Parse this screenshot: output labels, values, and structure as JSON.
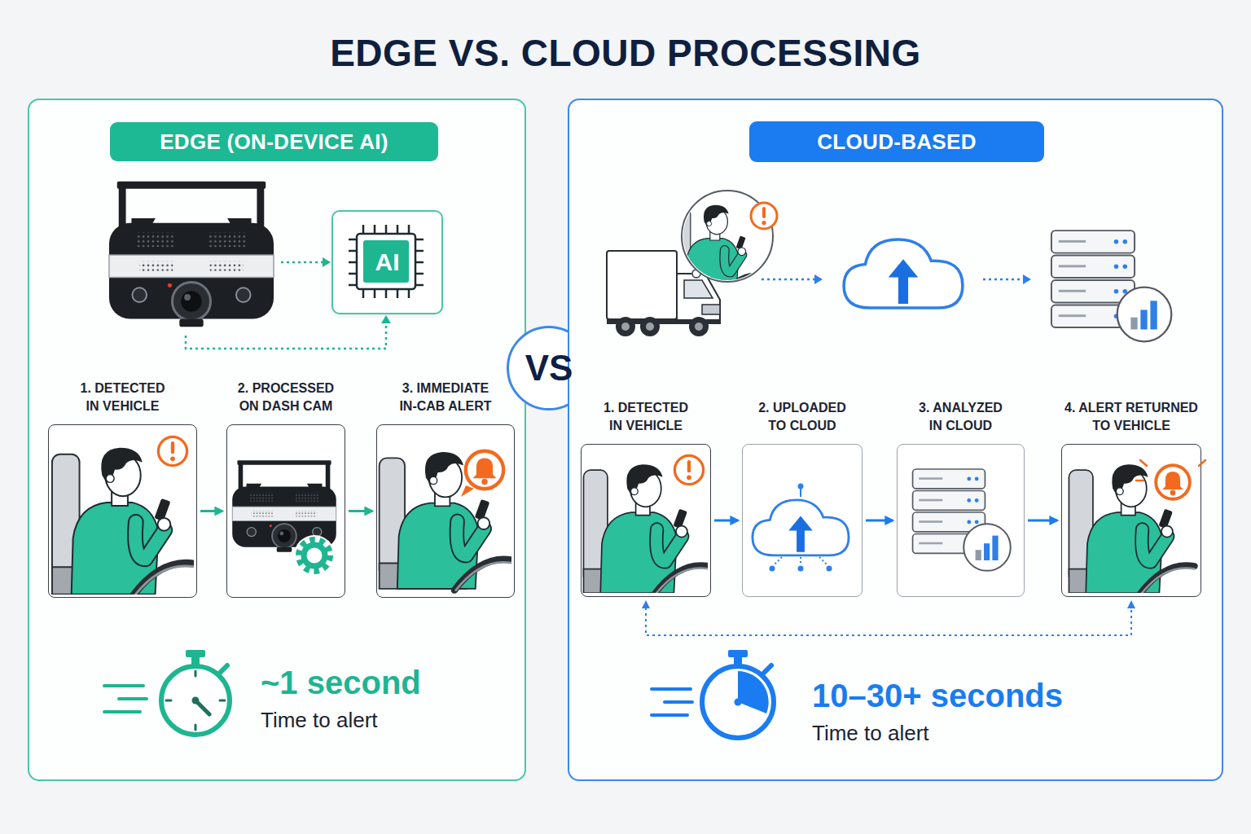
{
  "diagram": {
    "title": "EDGE VS. CLOUD PROCESSING",
    "nodes": [
      {
        "text": [
          "~1 second",
          "Time to alert"
        ]
      },
      {
        "text": [
          "EDGE (ON-DEVICE AI)"
        ],
        "in": 0
      },
      {
        "text": [
          "AI"
        ],
        "in": 0
      },
      {
        "text": [
          "1. DETECTED IN VEHICLE"
        ],
        "in": 0
      },
      {
        "text": [
          "2. PROCESSED ON DASH CAM"
        ],
        "in": 0
      },
      {
        "text": [
          "3. IMMEDIATE IN-CAB ALERT"
        ],
        "in": 0
      },
      {
        "text": [
          "VS"
        ]
      },
      {
        "text": [
          "10–30+ seconds",
          "Time to alert"
        ]
      },
      {
        "text": [
          "CLOUD-BASED"
        ],
        "in": 7
      },
      {
        "text": [
          "1. DETECTED IN VEHICLE"
        ],
        "in": 7
      },
      {
        "text": [
          "2. UPLOADED TO CLOUD"
        ],
        "in": 7
      },
      {
        "text": [
          "3. ANALYZED IN CLOUD"
        ],
        "in": 7
      },
      {
        "text": [
          "4. ALERT RETURNED TO VEHICLE"
        ],
        "in": 7
      }
    ],
    "edges": [
      {
        "from": 3,
        "to": 4,
        "arrow": "to"
      },
      {
        "from": 4,
        "to": 5,
        "arrow": "to"
      },
      {
        "from": 9,
        "to": 10,
        "arrow": "to"
      },
      {
        "from": 10,
        "to": 11,
        "arrow": "to"
      },
      {
        "from": 11,
        "to": 12,
        "arrow": "to"
      },
      {
        "from": 9,
        "to": 12,
        "arrow": "both"
      }
    ]
  }
}
